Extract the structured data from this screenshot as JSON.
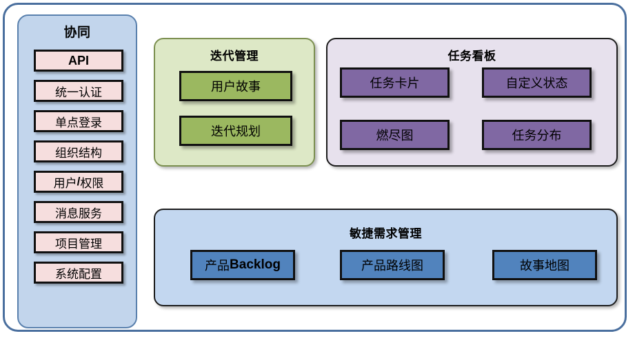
{
  "diagram": {
    "background_color": "#ffffff",
    "frame_border_color": "#4a6f9e"
  },
  "sidebar": {
    "title": "协同",
    "background_color": "#c2d5ec",
    "border_color": "#5980ad",
    "item_color": "#f6dede",
    "items": [
      {
        "label": "API",
        "emphasis": "bold-sans"
      },
      {
        "label": "统一认证",
        "emphasis": "serif"
      },
      {
        "label": "单点登录",
        "emphasis": "serif"
      },
      {
        "label": "组织结构",
        "emphasis": "serif"
      },
      {
        "label_pre": "用户",
        "label_slash": "/",
        "label_post": "权限",
        "emphasis": "serif"
      },
      {
        "label": "消息服务",
        "emphasis": "serif"
      },
      {
        "label": "项目管理",
        "emphasis": "serif"
      },
      {
        "label": "系统配置",
        "emphasis": "serif"
      }
    ]
  },
  "iteration": {
    "title": "迭代管理",
    "background_color": "#dde8c6",
    "border_color": "#7b8f4f",
    "box_color": "#9bb860",
    "boxes": [
      {
        "label": "用户故事"
      },
      {
        "label": "迭代规划"
      }
    ]
  },
  "taskboard": {
    "title": "任务看板",
    "background_color": "#e7e1ed",
    "border_color": "#1c1c1c",
    "box_color": "#8068a3",
    "boxes": [
      {
        "label": "任务卡片"
      },
      {
        "label": "自定义状态"
      },
      {
        "label": "燃尽图"
      },
      {
        "label": "任务分布"
      }
    ]
  },
  "agile": {
    "title": "敏捷需求管理",
    "background_color": "#c3d7f0",
    "border_color": "#1c1c1c",
    "box_color": "#5183bd",
    "boxes": [
      {
        "label_pre": "产品",
        "label_post": "Backlog"
      },
      {
        "label": "产品路线图"
      },
      {
        "label": "故事地图"
      }
    ]
  }
}
